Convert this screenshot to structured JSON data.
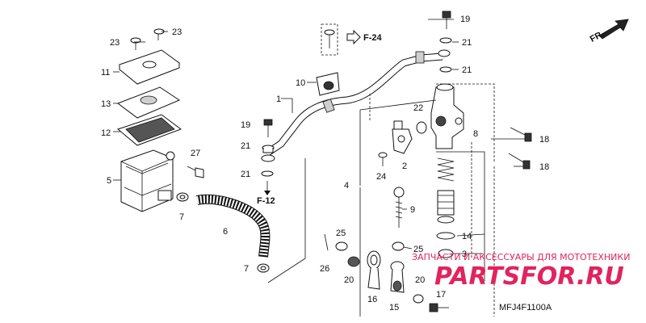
{
  "diagram": {
    "code": "MFJ4F1100A",
    "front_label": "FR.",
    "ref_f24": "F-24",
    "ref_f12": "F-12",
    "callouts": [
      "1",
      "2",
      "3",
      "4",
      "5",
      "6",
      "7",
      "7",
      "8",
      "9",
      "10",
      "11",
      "12",
      "13",
      "14",
      "15",
      "16",
      "17",
      "18",
      "18",
      "19",
      "19",
      "20",
      "20",
      "21",
      "21",
      "21",
      "21",
      "22",
      "23",
      "23",
      "24",
      "25",
      "25",
      "26",
      "27"
    ]
  },
  "watermark": {
    "line1": "ЗАПЧАСТИ И АКСЕССУАРЫ ДЛЯ МОТОТЕХНИКИ",
    "logo": "PARTSFOR.RU",
    "color": "#e0245e"
  }
}
